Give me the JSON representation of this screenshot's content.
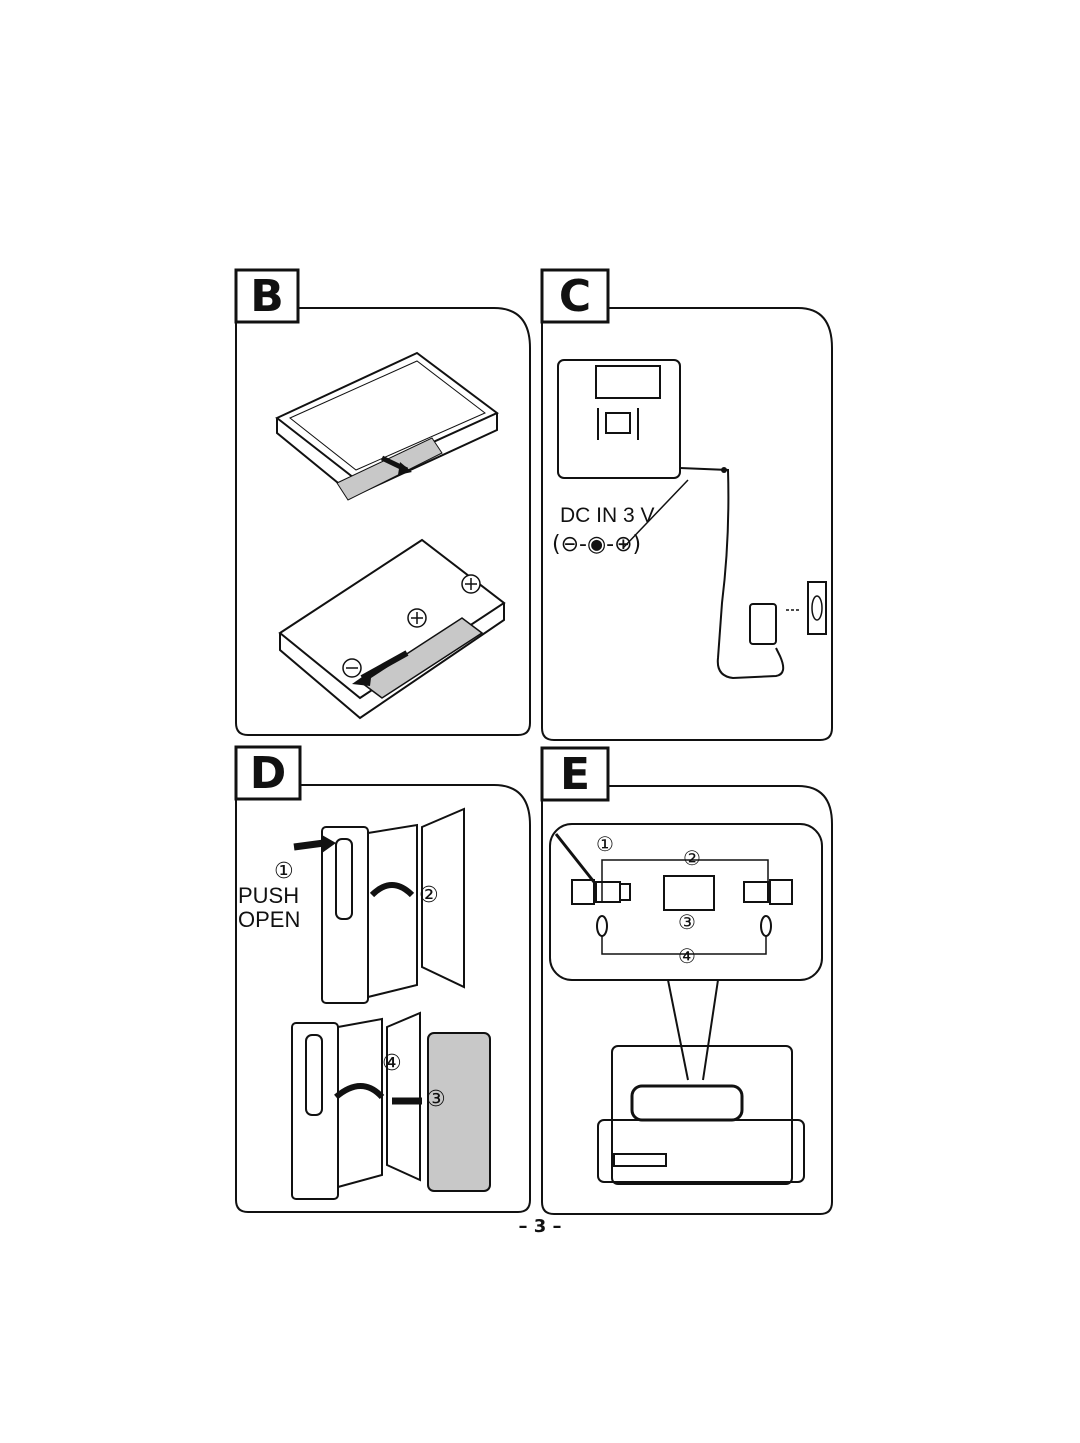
{
  "panels": {
    "B": {
      "letter": "B"
    },
    "C": {
      "letter": "C",
      "dc_label": "DC IN 3 V",
      "polarity_label": "(⊖-◉-⊕)"
    },
    "D": {
      "letter": "D",
      "step1": "①",
      "push": "PUSH",
      "open": "OPEN",
      "step2": "②",
      "step3": "③",
      "step4": "④"
    },
    "E": {
      "letter": "E",
      "callout1": "①",
      "callout2": "②",
      "callout3": "③",
      "callout4": "④"
    }
  },
  "page_number": "– 3 –",
  "colors": {
    "ink": "#111111",
    "paper": "#ffffff",
    "shade": "#c8c8c8"
  }
}
